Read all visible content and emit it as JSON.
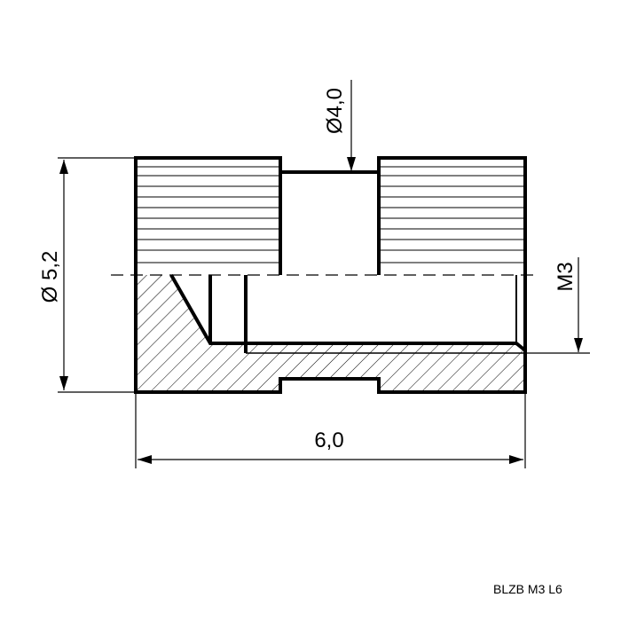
{
  "dimensions": {
    "outer_diameter": "Ø 5,2",
    "groove_diameter": "Ø4,0",
    "thread": "M3",
    "length": "6,0"
  },
  "caption": "BLZB M3 L6",
  "colors": {
    "line": "#000000",
    "background": "#ffffff"
  }
}
